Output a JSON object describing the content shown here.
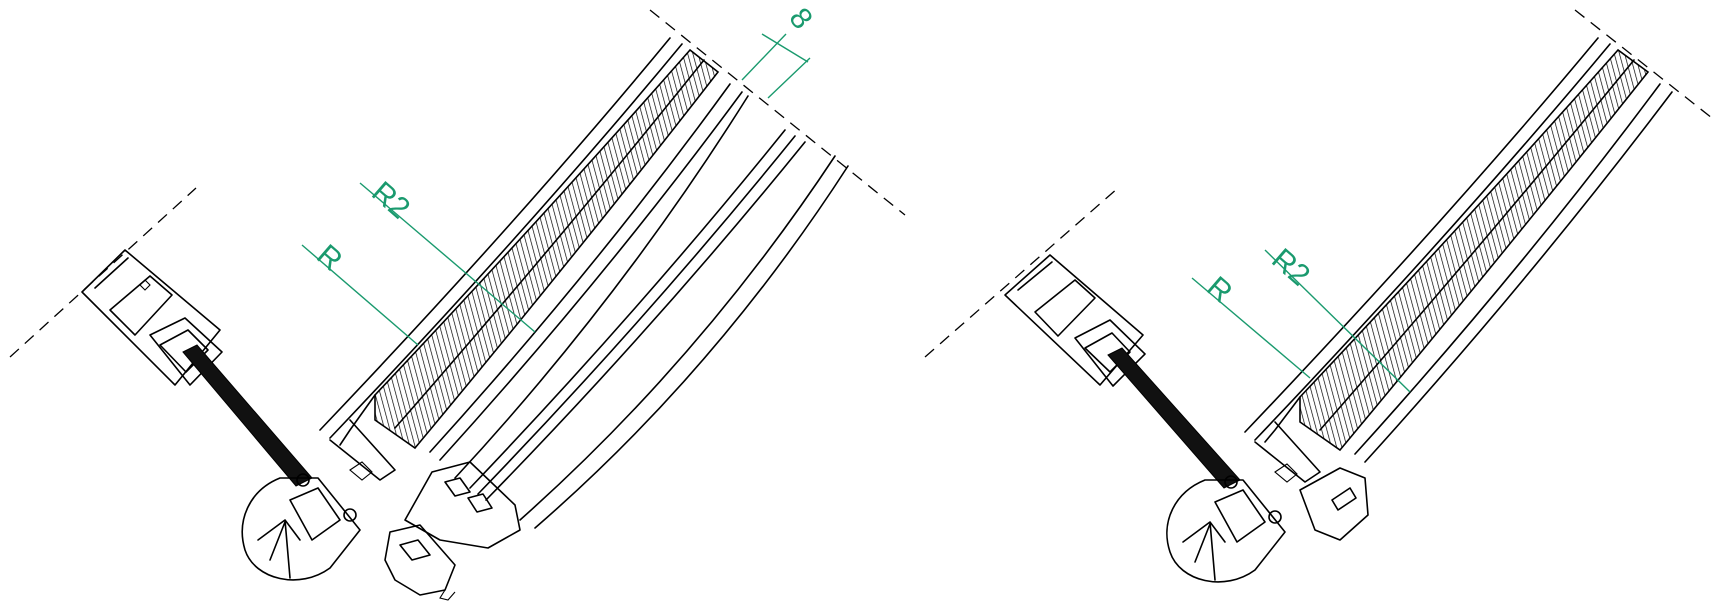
{
  "views": [
    {
      "id": "left",
      "labels": {
        "radius_inner": "R",
        "radius_outer": "R2",
        "gap": "8"
      }
    },
    {
      "id": "right",
      "labels": {
        "radius_inner": "R",
        "radius_outer": "R2"
      }
    }
  ],
  "colors": {
    "dimension": "#1a9a6e",
    "line": "#000000",
    "background": "#ffffff"
  }
}
